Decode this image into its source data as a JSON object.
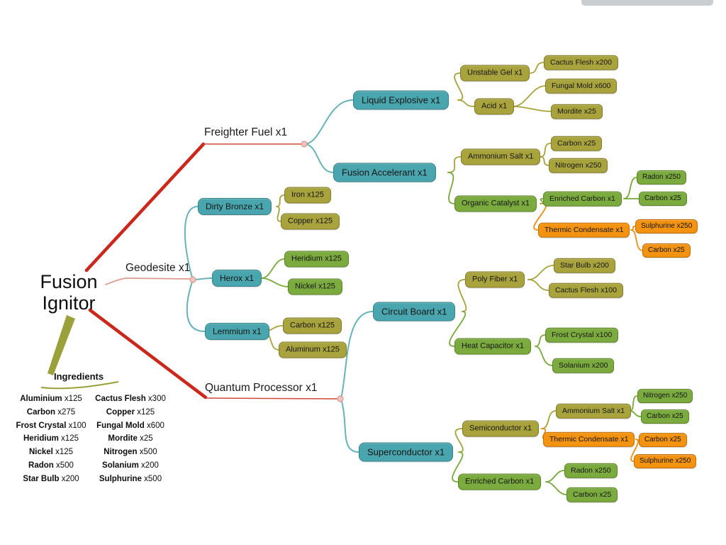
{
  "root": {
    "line1": "Fusion",
    "line2": "Ignitor"
  },
  "branches": {
    "freighter_fuel": "Freighter Fuel x1",
    "geodesite": "Geodesite x1",
    "quantum_processor": "Quantum Processor x1"
  },
  "nodes": {
    "liquid_explosive": "Liquid Explosive x1",
    "unstable_gel": "Unstable Gel x1",
    "cactus_flesh_200": "Cactus Flesh x200",
    "acid": "Acid x1",
    "fungal_mold_600": "Fungal Mold x600",
    "mordite_25": "Mordite x25",
    "fusion_accelerant": "Fusion Accelerant x1",
    "ammonium_salt_a": "Ammonium Salt x1",
    "carbon_25_a": "Carbon x25",
    "nitrogen_250_a": "Nitrogen x250",
    "organic_catalyst": "Organic Catalyst x1",
    "enriched_carbon_a": "Enriched Carbon x1",
    "radon_250_a": "Radon x250",
    "carbon_25_b": "Carbon x25",
    "thermic_condensate_a": "Thermic Condensate x1",
    "sulphurine_250_a": "Sulphurine x250",
    "carbon_25_e": "Carbon x25",
    "dirty_bronze": "Dirty Bronze x1",
    "iron_125": "Iron x125",
    "copper_125": "Copper x125",
    "herox": "Herox x1",
    "heridium_125": "Heridium x125",
    "nickel_125": "Nickel x125",
    "lemmium": "Lemmium x1",
    "carbon_125": "Carbon x125",
    "aluminum_125": "Aluminum x125",
    "circuit_board": "Circuit Board x1",
    "poly_fiber": "Poly Fiber x1",
    "star_bulb_200": "Star Bulb x200",
    "cactus_flesh_100": "Cactus Flesh x100",
    "heat_capacitor": "Heat Capacitor x1",
    "frost_crystal_100": "Frost Crystal x100",
    "solanium_200": "Solanium x200",
    "superconductor": "Superconductor x1",
    "semiconductor": "Semiconductor x1",
    "ammonium_salt_b": "Ammonium Salt x1",
    "nitrogen_250_b": "Nitrogen x250",
    "carbon_25_c": "Carbon x25",
    "thermic_condensate_b": "Thermic Condensate x1",
    "carbon_25_f": "Carbon x25",
    "sulphurine_250_b": "Sulphurine x250",
    "enriched_carbon_b": "Enriched Carbon x1",
    "radon_250_b": "Radon x250",
    "carbon_25_d": "Carbon x25"
  },
  "ingredients": {
    "title": "Ingredients",
    "left": [
      {
        "name": "Aluminium",
        "qty": "x125"
      },
      {
        "name": "Carbon",
        "qty": "x275"
      },
      {
        "name": "Frost Crystal",
        "qty": "x100"
      },
      {
        "name": "Heridium",
        "qty": "x125"
      },
      {
        "name": "Nickel",
        "qty": "x125"
      },
      {
        "name": "Radon",
        "qty": "x500"
      },
      {
        "name": "Star Bulb",
        "qty": "x200"
      }
    ],
    "right": [
      {
        "name": "Cactus Flesh",
        "qty": "x300"
      },
      {
        "name": "Copper",
        "qty": "x125"
      },
      {
        "name": "Fungal Mold",
        "qty": "x600"
      },
      {
        "name": "Mordite",
        "qty": "x25"
      },
      {
        "name": "Nitrogen",
        "qty": "x500"
      },
      {
        "name": "Solanium",
        "qty": "x200"
      },
      {
        "name": "Sulphurine",
        "qty": "x500"
      }
    ]
  },
  "colors": {
    "teal": "#4aa6ae",
    "olive": "#a9a33e",
    "green": "#7bab3e",
    "orange": "#f3930f",
    "red_branch": "#c9281b",
    "pale_red_branch": "#df9a90",
    "olive_branch": "#9aa03a"
  }
}
